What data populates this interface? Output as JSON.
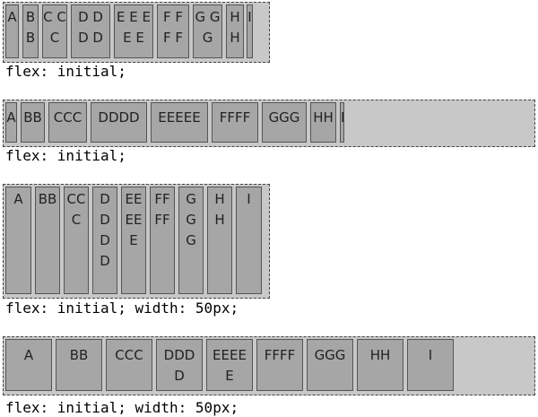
{
  "section1": {
    "caption": "flex: initial;",
    "items": [
      "A",
      "B B",
      "C C C",
      "D D D D",
      "E E E E E",
      "F F F F",
      "G G G",
      "H H",
      "I"
    ]
  },
  "section2": {
    "caption": "flex: initial;",
    "items": [
      "A",
      "BB",
      "CCC",
      "DDDD",
      "EEEEE",
      "FFFF",
      "GGG",
      "HH",
      "I"
    ]
  },
  "section3": {
    "caption": "flex: initial; width: 50px;",
    "items": [
      "A",
      "BB",
      "CC C",
      "D D D D",
      "EE EE E",
      "FF FF",
      "G G G",
      "H H",
      "I"
    ]
  },
  "section4": {
    "caption": "flex: initial; width: 50px;",
    "items": [
      "A",
      "BB",
      "CCC",
      "DDD D",
      "EEEE E",
      "FFFF",
      "GGG",
      "HH",
      "I"
    ]
  },
  "colors": {
    "container": "#c8c8c8",
    "item": "#a6a6a6",
    "border": "#555555"
  }
}
